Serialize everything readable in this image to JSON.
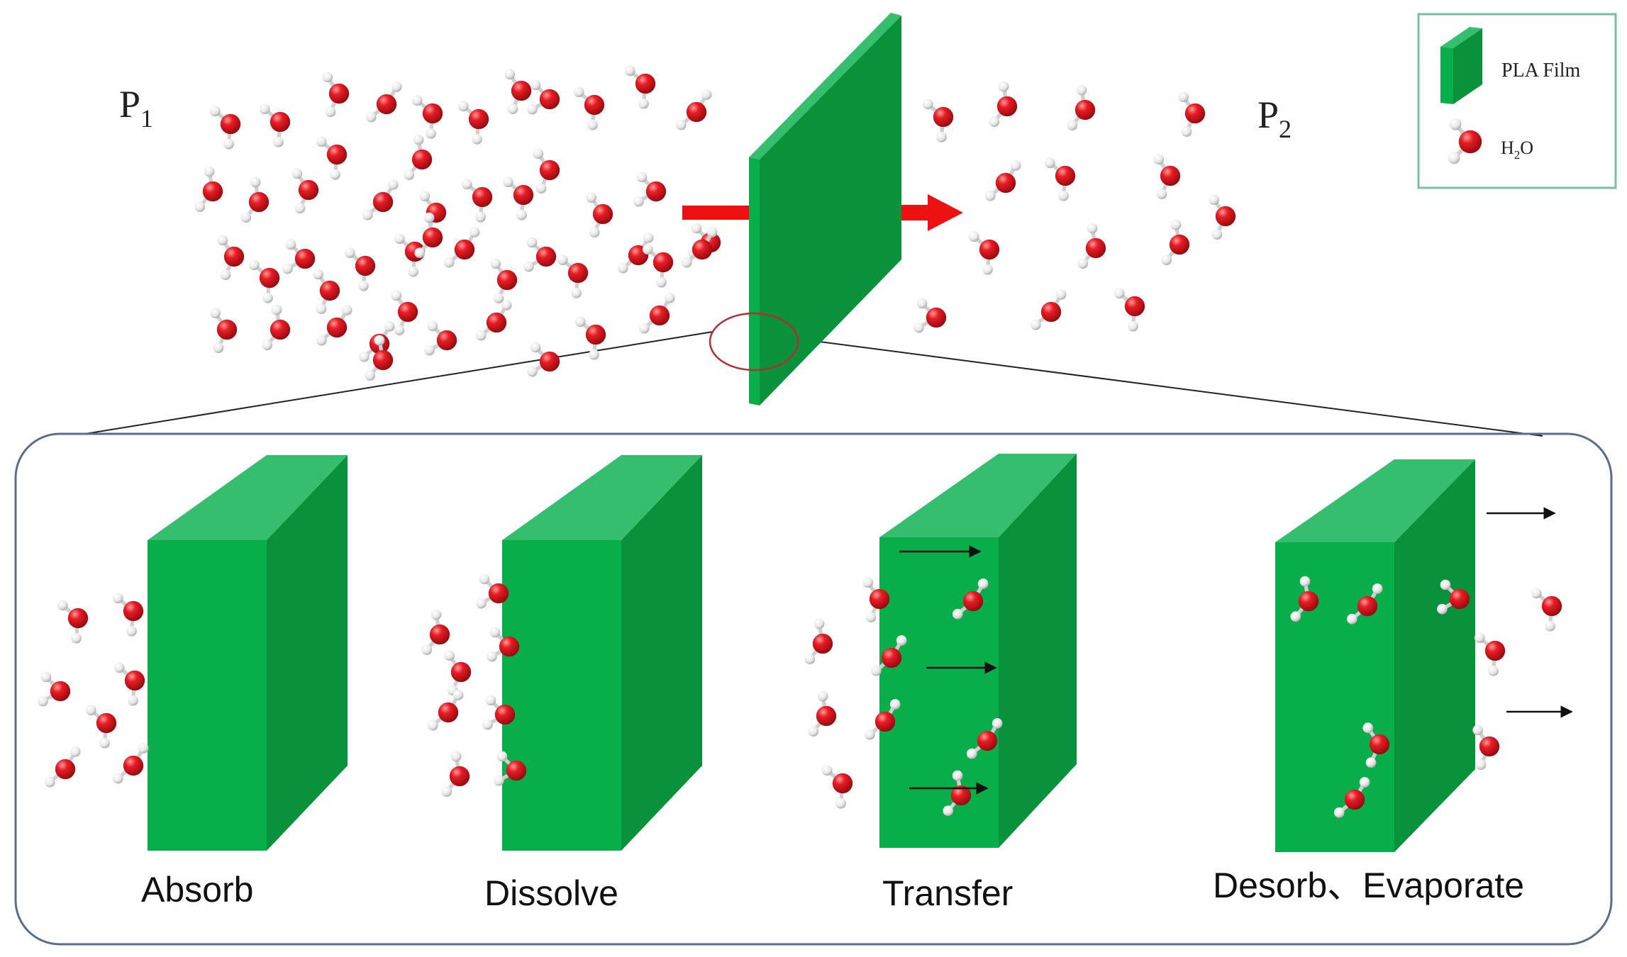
{
  "diagram": {
    "pressure_left": {
      "letter": "P",
      "sub": "1"
    },
    "pressure_right": {
      "letter": "P",
      "sub": "2"
    },
    "legend": {
      "film_label": "PLA Film",
      "water_label": {
        "main_1": "H",
        "sub": "2",
        "main_2": "O"
      }
    },
    "stages": [
      "Absorb",
      "Dissolve",
      "Transfer",
      "Desorb、Evaporate"
    ]
  },
  "colors": {
    "film_front": "#07AE4A",
    "film_top": "#35BE6D",
    "film_side": "#0A913C",
    "oxygen": "#E0141C",
    "hydrogen": "#F2F2F2",
    "arrow_red": "#EE1111",
    "panel_border": "#5A6E8C",
    "legend_border": "#79BFA8",
    "zoom_circle": "#B03030"
  },
  "icons": {
    "water_molecule": "h2o-molecule-icon",
    "film": "pla-film-icon"
  }
}
